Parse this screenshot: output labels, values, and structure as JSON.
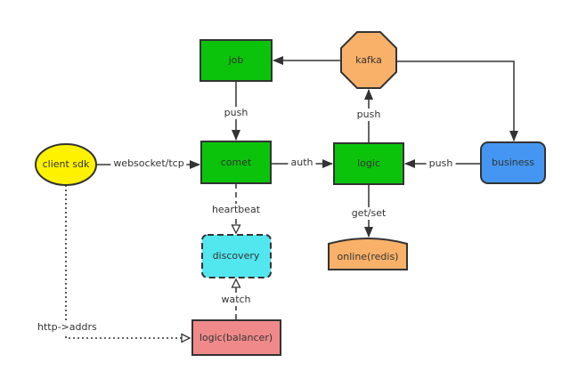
{
  "diagram": {
    "background": "#FFFFFF",
    "stroke_color": "#333333",
    "text_color": "#333333",
    "nodes": [
      {
        "id": "client-sdk",
        "label": "client sdk",
        "shape": "ellipse",
        "fill": "#FFF200"
      },
      {
        "id": "job",
        "label": "job",
        "shape": "rect",
        "fill": "#0BC30B"
      },
      {
        "id": "comet",
        "label": "comet",
        "shape": "rect",
        "fill": "#0BC30B"
      },
      {
        "id": "kafka",
        "label": "kafka",
        "shape": "octagon",
        "fill": "#F9B169"
      },
      {
        "id": "logic",
        "label": "logic",
        "shape": "rect",
        "fill": "#0BC30B"
      },
      {
        "id": "business",
        "label": "business",
        "shape": "rounded-rect",
        "fill": "#4496F2"
      },
      {
        "id": "online-redis",
        "label": "online(redis)",
        "shape": "stored-data",
        "fill": "#F9B169"
      },
      {
        "id": "discovery",
        "label": "discovery",
        "shape": "dashed-rect",
        "fill": "#52E7EF"
      },
      {
        "id": "logic-balancer",
        "label": "logic(balancer)",
        "shape": "rect",
        "fill": "#F08A8A"
      }
    ],
    "edges": [
      {
        "from": "client-sdk",
        "to": "comet",
        "label": "websocket/tcp",
        "style": "solid",
        "arrow": "filled"
      },
      {
        "from": "job",
        "to": "comet",
        "label": "push",
        "style": "solid",
        "arrow": "filled"
      },
      {
        "from": "kafka",
        "to": "job",
        "label": "",
        "style": "solid",
        "arrow": "filled"
      },
      {
        "from": "kafka",
        "to": "business",
        "label": "",
        "style": "solid",
        "arrow": "filled"
      },
      {
        "from": "logic",
        "to": "kafka",
        "label": "push",
        "style": "solid",
        "arrow": "filled"
      },
      {
        "from": "comet",
        "to": "logic",
        "label": "auth",
        "style": "solid",
        "arrow": "filled"
      },
      {
        "from": "business",
        "to": "logic",
        "label": "push",
        "style": "solid",
        "arrow": "filled"
      },
      {
        "from": "comet",
        "to": "discovery",
        "label": "heartbeat",
        "style": "dashed",
        "arrow": "open"
      },
      {
        "from": "logic",
        "to": "online-redis",
        "label": "get/set",
        "style": "solid",
        "arrow": "filled"
      },
      {
        "from": "logic-balancer",
        "to": "discovery",
        "label": "watch",
        "style": "dashed",
        "arrow": "open"
      },
      {
        "from": "client-sdk",
        "to": "logic-balancer",
        "label": "http->addrs",
        "style": "dotted",
        "arrow": "open"
      }
    ]
  }
}
